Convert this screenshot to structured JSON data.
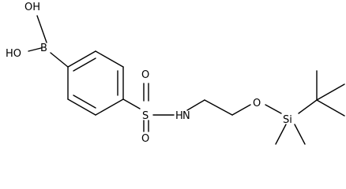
{
  "molecule": {
    "atoms": {
      "boron": "B",
      "hydroxyl_top": "OH",
      "hydroxyl_left": "HO",
      "sulfur": "S",
      "sulfonyl_oxygen_top": "O",
      "sulfonyl_oxygen_bottom": "O",
      "amine_nitrogen": "N",
      "amine_hydrogen": "H",
      "ether_oxygen": "O",
      "silicon": "Si"
    }
  }
}
